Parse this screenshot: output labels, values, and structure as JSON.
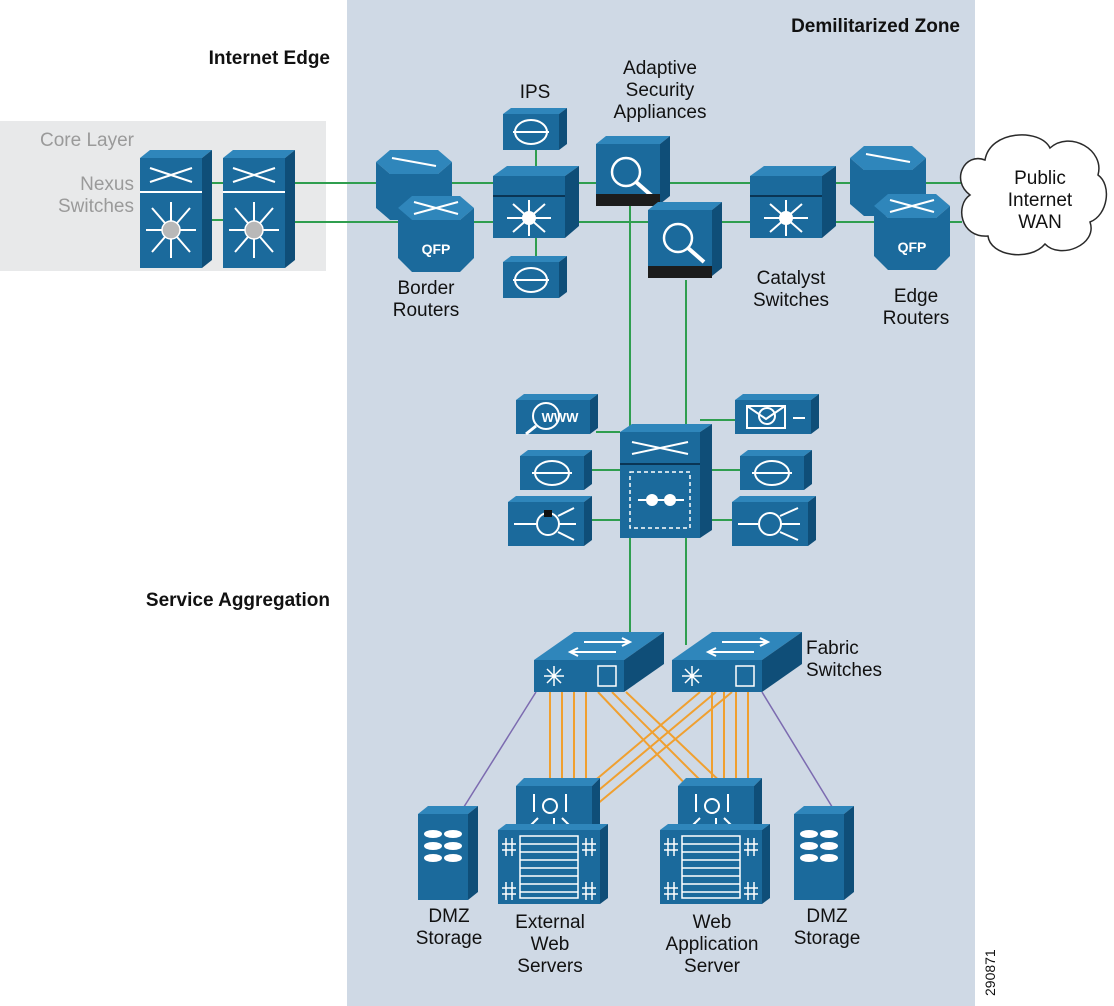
{
  "zones": {
    "dmz": "Demilitarized Zone",
    "internet_edge": "Internet Edge",
    "service_aggregation": "Service Aggregation"
  },
  "core": {
    "layer": "Core Layer",
    "switches": "Nexus\nSwitches"
  },
  "devices": {
    "ips": "IPS",
    "asa": "Adaptive\nSecurity\nAppliances",
    "border_routers": "Border\nRouters",
    "catalyst_switches": "Catalyst\nSwitches",
    "edge_routers": "Edge\nRouters",
    "fabric_switches": "Fabric\nSwitches",
    "dmz_storage_left": "DMZ\nStorage",
    "external_web_servers": "External\nWeb\nServers",
    "web_app_server": "Web\nApplication\nServer",
    "dmz_storage_right": "DMZ\nStorage",
    "router_badge": "QFP",
    "www_badge": "WWW"
  },
  "cloud": "Public\nInternet\nWAN",
  "figure_id": "290871",
  "colors": {
    "device_blue": "#1b6a9c",
    "device_top": "#2f86bb",
    "link_green": "#2f9e4f",
    "link_orange": "#f0a030",
    "link_purple": "#7c6bb0",
    "dmz_bg": "#cfd9e5",
    "core_bg": "#e8e9ea"
  }
}
